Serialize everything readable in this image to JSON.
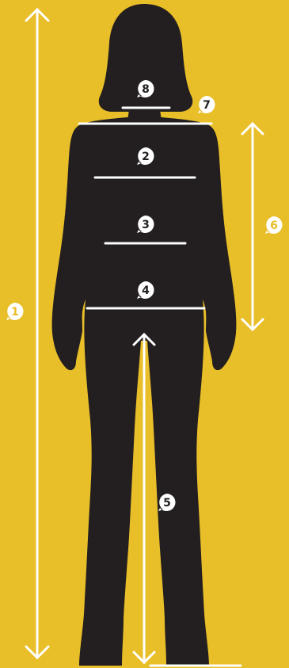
{
  "colors": {
    "background": "#e8be29",
    "silhouette": "#231f20",
    "marker": "#ffffff"
  },
  "badges": {
    "height": "1",
    "bust": "2",
    "waist": "3",
    "hip": "4",
    "inseam": "5",
    "back_length": "6",
    "shoulder": "7",
    "neck": "8"
  }
}
